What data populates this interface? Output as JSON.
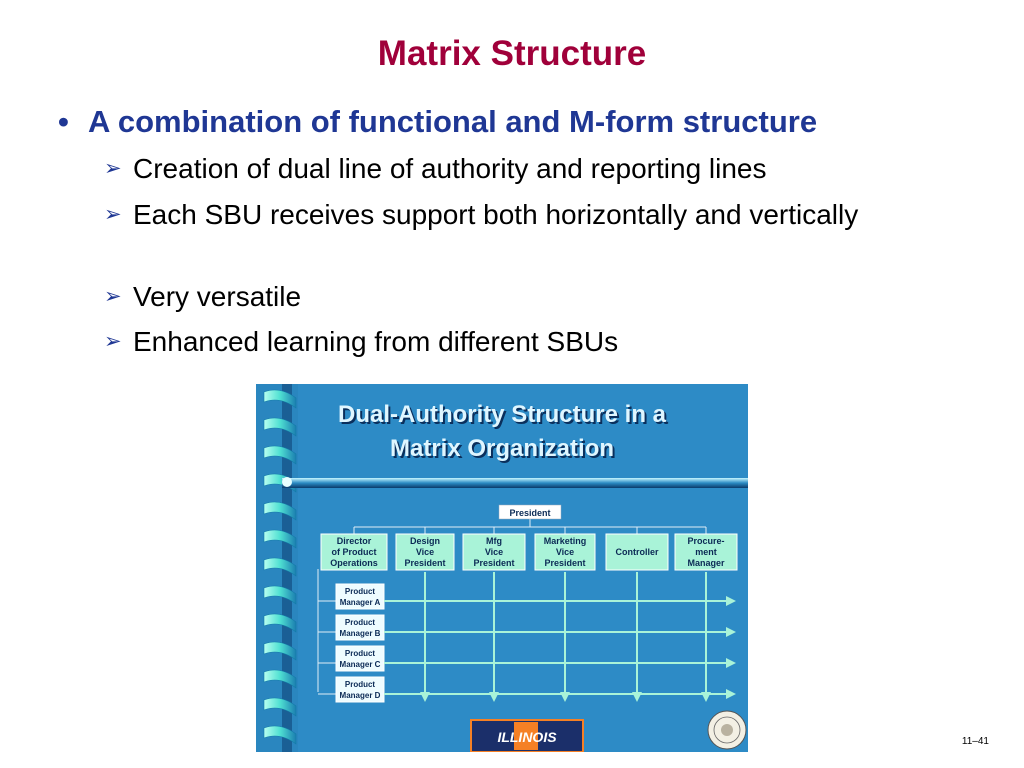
{
  "slide": {
    "title": "Matrix Structure",
    "main_bullet": "A combination of functional and M-form structure",
    "sub_bullets": [
      "Creation of dual line of authority and reporting lines",
      "Each SBU receives support both horizontally and vertically",
      "Very versatile",
      "Enhanced learning from different SBUs"
    ],
    "slide_number": "11–41"
  },
  "diagram": {
    "title_line1": "Dual-Authority Structure in a",
    "title_line2": "Matrix Organization",
    "top": "President",
    "functions": [
      [
        "Director",
        "of Product",
        "Operations"
      ],
      [
        "Design",
        "Vice",
        "President"
      ],
      [
        "Mfg",
        "Vice",
        "President"
      ],
      [
        "Marketing",
        "Vice",
        "President"
      ],
      [
        "Controller"
      ],
      [
        "Procure-",
        "ment",
        "Manager"
      ]
    ],
    "product_managers": [
      [
        "Product",
        "Manager A"
      ],
      [
        "Product",
        "Manager B"
      ],
      [
        "Product",
        "Manager C"
      ],
      [
        "Product",
        "Manager D"
      ]
    ],
    "logo_text": "ILLINOIS",
    "colors": {
      "background": "#2d8bc6",
      "box_fill": "#a9f3d8",
      "arrow": "#a9f3d8",
      "title_text": "#dff6ff"
    }
  }
}
